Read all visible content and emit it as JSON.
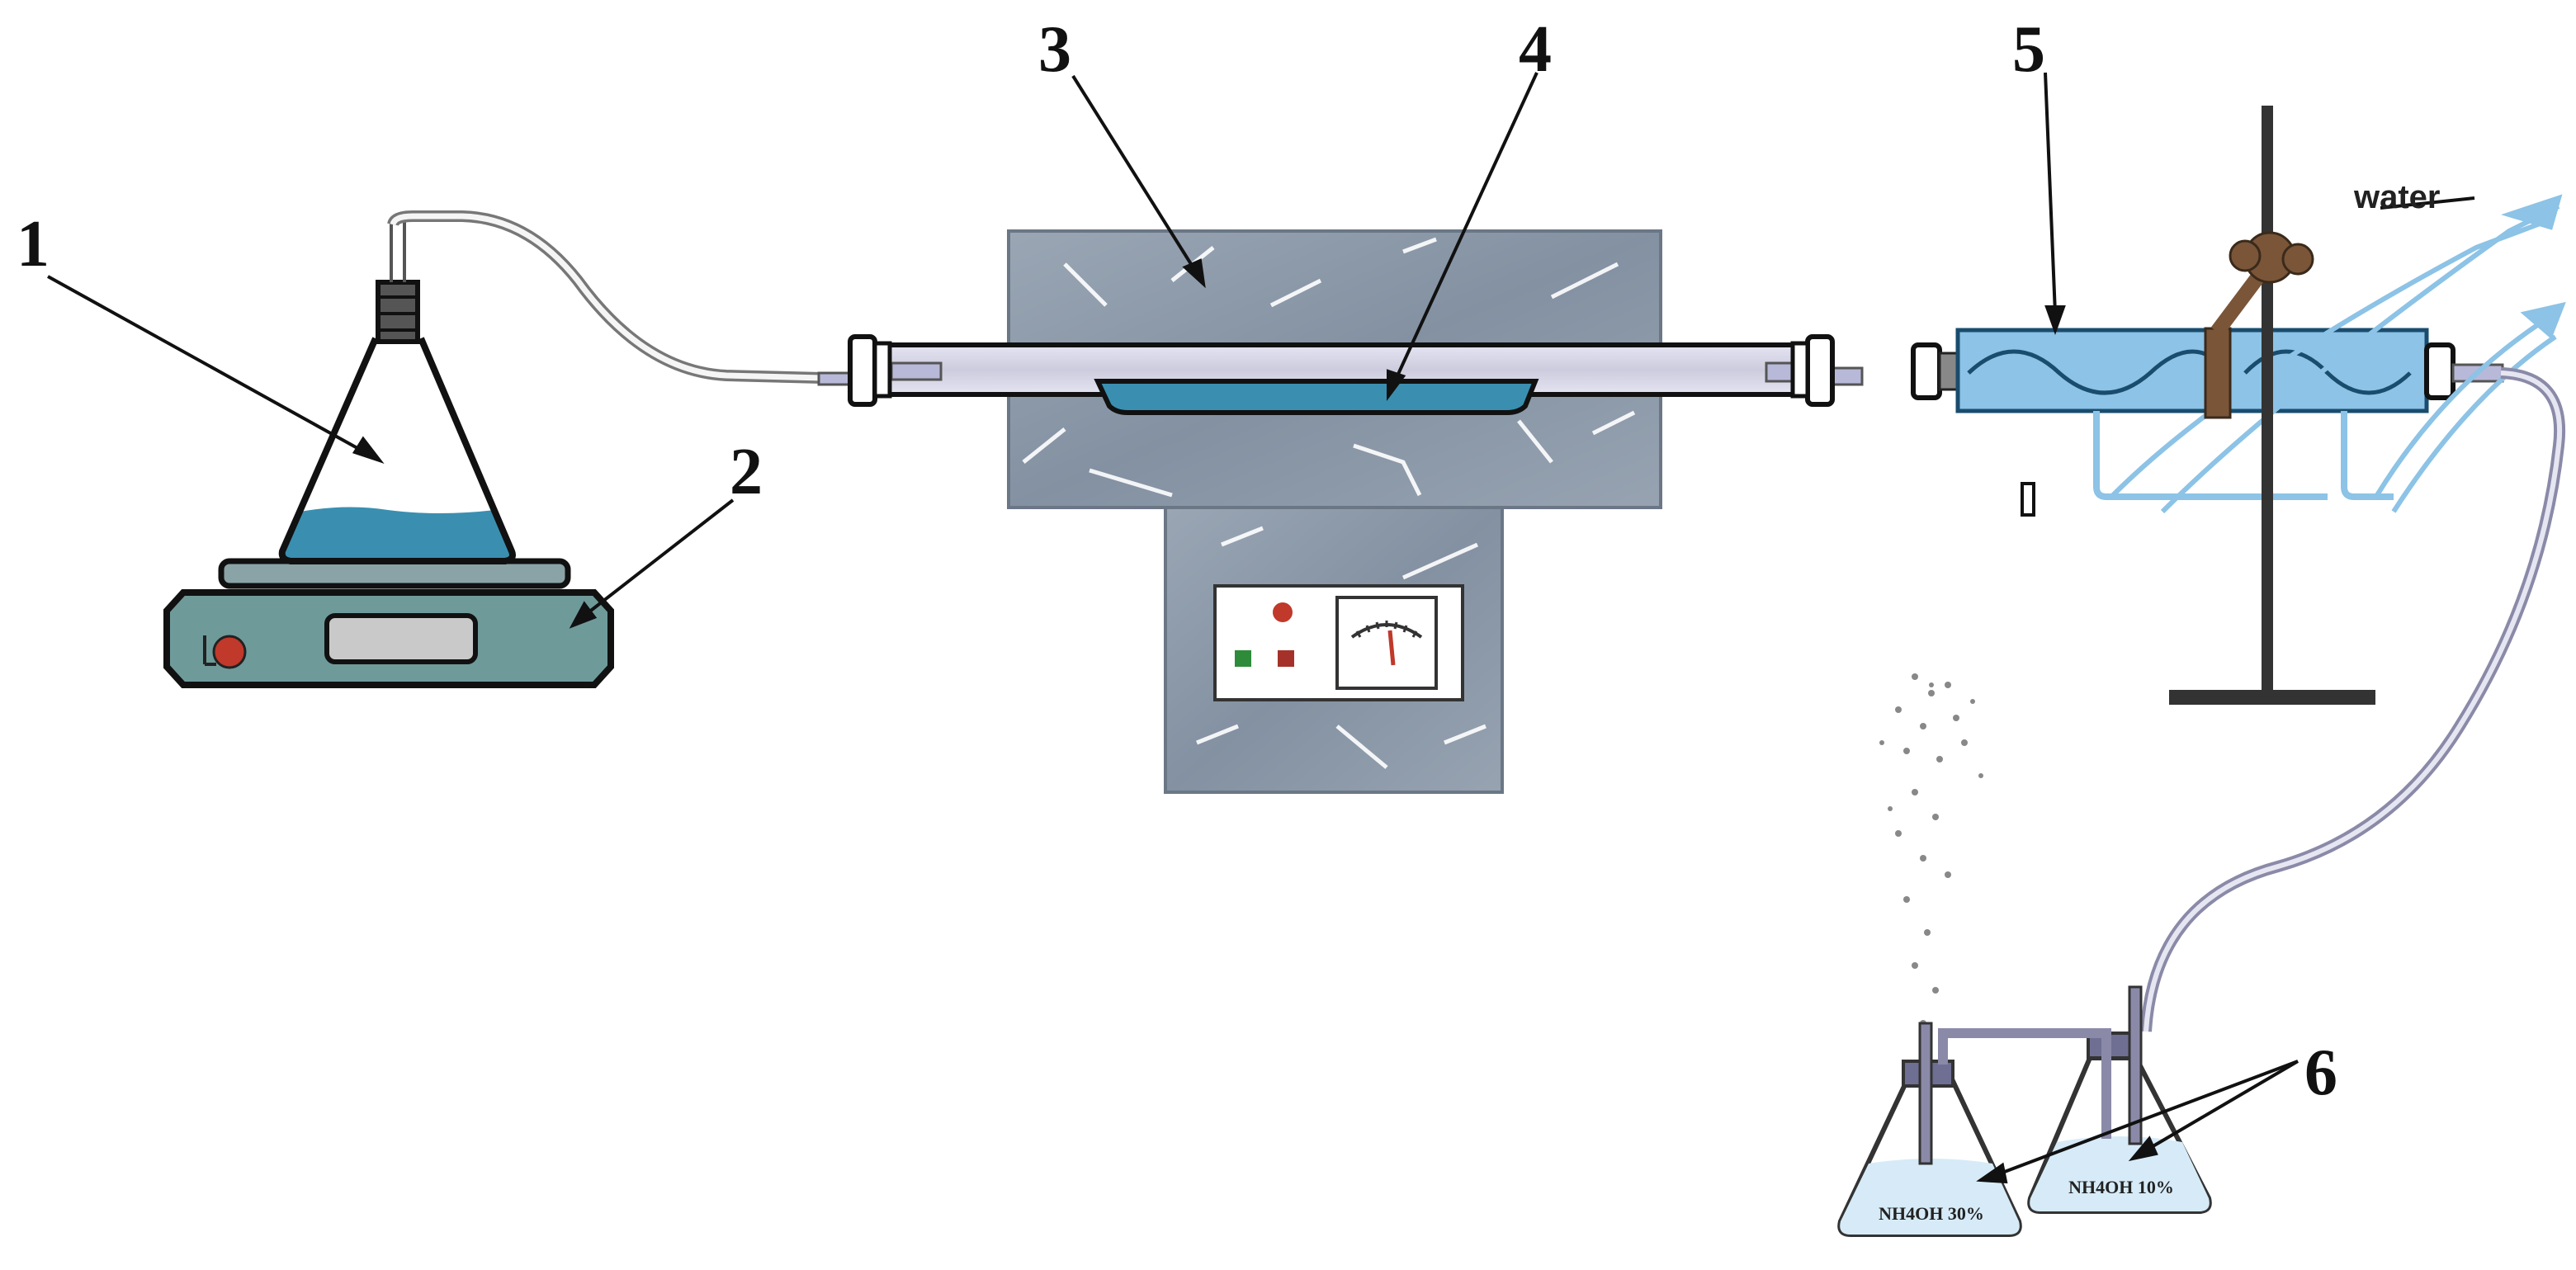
{
  "labels": {
    "l1": "1",
    "l2": "2",
    "l3": "3",
    "l4": "4",
    "l5": "5",
    "l6": "6",
    "water": "water",
    "flask_left": "NH4OH 30%",
    "flask_right": "NH4OH 10%"
  },
  "colors": {
    "furnace": "#8d9aaa",
    "liquid": "#3a8fb0",
    "condenser": "#8cc3e6",
    "tube": "#d8d8ee",
    "stand": "#333333",
    "hotplate": "#6f9a9a",
    "indicator_red": "#c0392b",
    "indicator_green": "#2e8b3a",
    "clamp_brown": "#7a5538"
  }
}
